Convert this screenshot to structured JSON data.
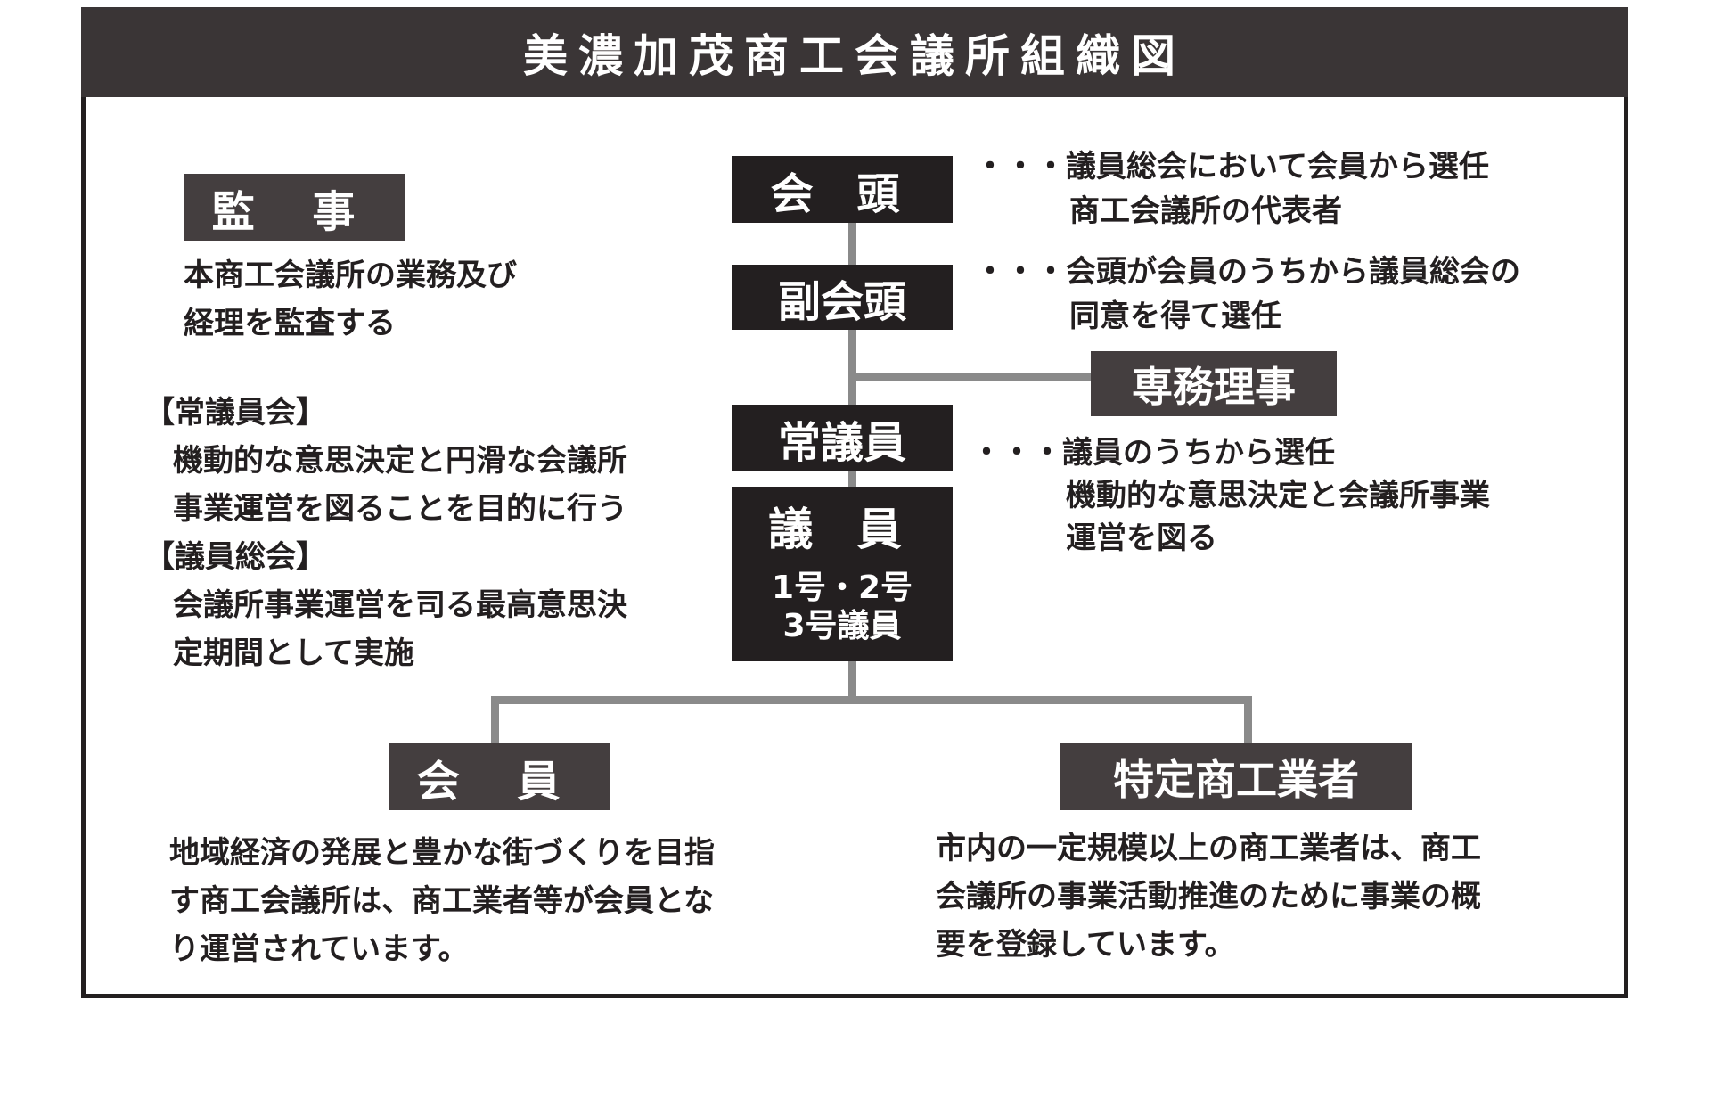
{
  "title": "美濃加茂商工会議所組織図",
  "nodes": {
    "kaito": "会 頭",
    "fukukaito": "副会頭",
    "jomu": "専務理事",
    "jogiin": "常議員",
    "giin_title": "議 員",
    "giin_sub1": "1号・2号",
    "giin_sub2": "3号議員",
    "kanji": "監 事",
    "kaiin": "会 員",
    "tokutei": "特定商工業者"
  },
  "descriptions": {
    "kaito": [
      "・・・議員総会において会員から選任",
      "商工会議所の代表者"
    ],
    "fukukaito": [
      "・・・会頭が会員のうちから議員総会の",
      "同意を得て選任"
    ],
    "jogiin": [
      "・・・議員のうちから選任",
      "機動的な意思決定と会議所事業",
      "運営を図る"
    ],
    "kanji": [
      "本商工会議所の業務及び",
      "経理を監査する"
    ],
    "jogiinkai_heading": "【常議員会】",
    "jogiinkai": [
      "機動的な意思決定と円滑な会議所",
      "事業運営を図ることを目的に行う"
    ],
    "giinsokai_heading": "【議員総会】",
    "giinsokai": [
      "会議所事業運営を司る最高意思決",
      "定期間として実施"
    ],
    "kaiin": [
      "地域経済の発展と豊かな街づくりを目指",
      "す商工会議所は、商工業者等が会員とな",
      "り運営されています。"
    ],
    "tokutei": [
      "市内の一定規模以上の商工業者は、商工",
      "会議所の事業活動推進のために事業の概",
      "要を登録しています。"
    ]
  },
  "colors": {
    "dark_box": "#231f20",
    "mid_box": "#443e3f",
    "connector": "#8a8a8a",
    "title_bar": "#3a3536"
  }
}
